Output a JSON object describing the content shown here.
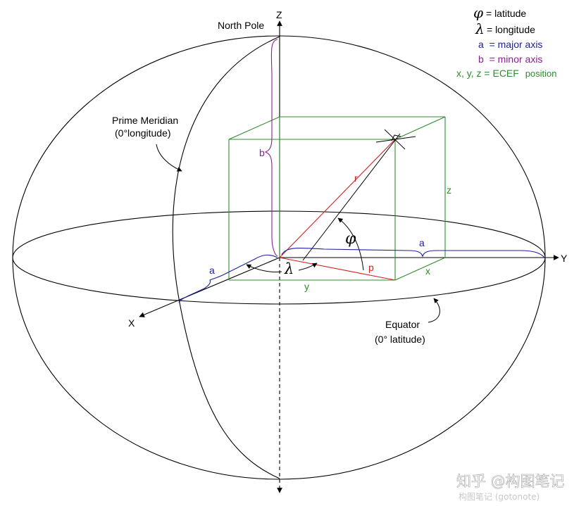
{
  "axes": {
    "z": "Z",
    "y": "Y",
    "x": "X"
  },
  "labels": {
    "north_pole": "North Pole",
    "prime_meridian_line1": "Prime Meridian",
    "prime_meridian_line2": "(0°longitude)",
    "equator_line1": "Equator",
    "equator_line2": "(0° latitude)",
    "r": "r",
    "p": "p",
    "z_dim": "z",
    "x_dim": "x",
    "y_dim": "y",
    "b_axis": "b",
    "a_right": "a",
    "a_left": "a",
    "phi": "φ",
    "lambda": "λ"
  },
  "legend": {
    "phi_symbol": "φ",
    "phi_text": "= latitude",
    "lambda_symbol": "λ",
    "lambda_text": "= longitude",
    "major": "a  = major axis",
    "minor": "b  = minor axis",
    "ecef_main": "x, y, z = ECEF",
    "ecef_suffix": "position"
  },
  "watermark": {
    "line1": "知乎 @构图笔记",
    "line2": "构图笔记 (gotonote)"
  },
  "colors": {
    "ink": "#000000",
    "green": "#2e8b2e",
    "red": "#d42020",
    "blue": "#2020a0",
    "purple": "#8a2090"
  }
}
